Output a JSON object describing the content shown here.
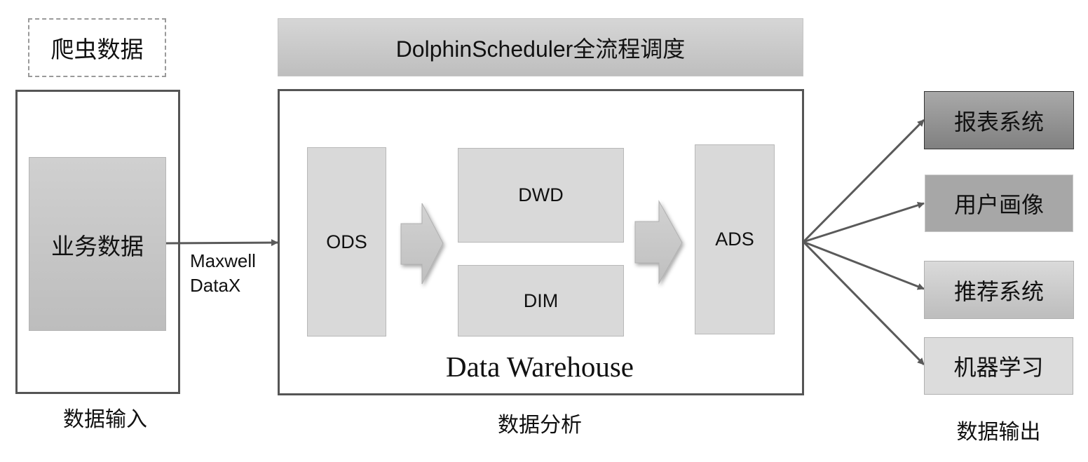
{
  "diagram": {
    "crawler_data": "爬虫数据",
    "scheduler": "DolphinScheduler全流程调度",
    "input": {
      "business_data": "业务数据",
      "caption": "数据输入",
      "transfer_tools": [
        "Maxwell",
        "DataX"
      ]
    },
    "warehouse": {
      "title": "Data Warehouse",
      "caption": "数据分析",
      "layers": {
        "ods": "ODS",
        "dwd": "DWD",
        "dim": "DIM",
        "ads": "ADS"
      }
    },
    "outputs": {
      "caption": "数据输出",
      "items": [
        "报表系统",
        "用户画像",
        "推荐系统",
        "机器学习"
      ]
    },
    "colors": {
      "frame": "#555555",
      "arrow": "#5a5a5a",
      "layer_fill": "#d9d9d9",
      "block_arrow": "#c8c8c8"
    }
  }
}
